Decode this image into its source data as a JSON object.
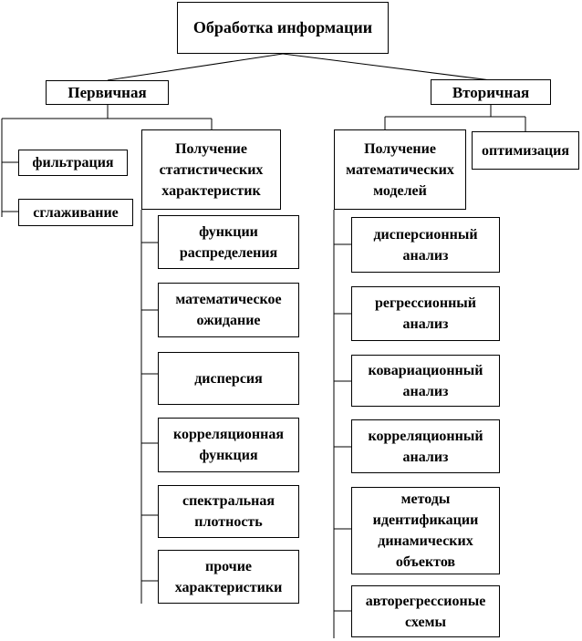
{
  "root": {
    "label": "Обработка информации"
  },
  "primary": {
    "label": "Первичная",
    "filtering": "фильтрация",
    "smoothing": "сглаживание",
    "stats": {
      "label": "Получение статистических характеристик",
      "items": [
        "функции распределения",
        "математическое ожидание",
        "дисперсия",
        "корреляционная функция",
        "спектральная плотность",
        "прочие характеристики"
      ]
    }
  },
  "secondary": {
    "label": "Вторичная",
    "optimization": "оптимизация",
    "models": {
      "label": "Получение математических моделей",
      "items": [
        "дисперсионный анализ",
        "регрессионный анализ",
        "ковариационный анализ",
        "корреляционный анализ",
        "методы идентификации динамических объектов",
        "авторегрессионые схемы"
      ]
    }
  }
}
